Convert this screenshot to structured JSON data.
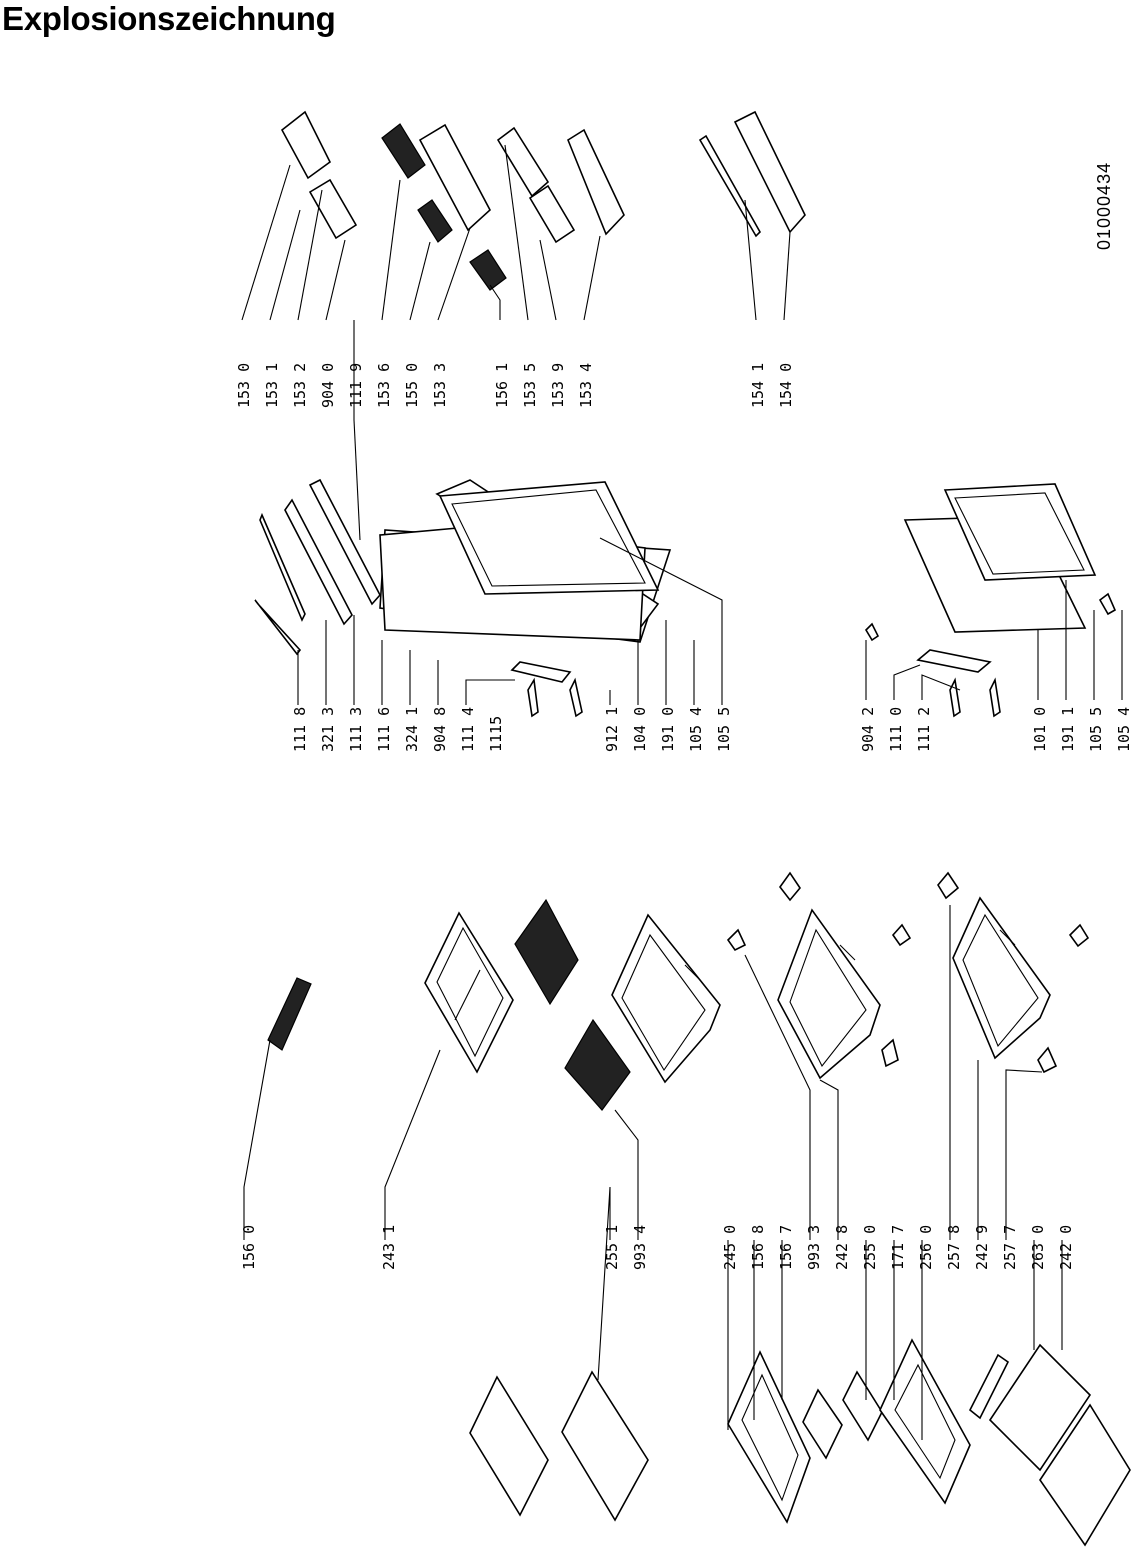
{
  "title": "Explosionszeichnung",
  "document_id": "01000434",
  "groups": {
    "left_upper": [
      "156 0",
      "243 1"
    ],
    "left_shelf": [
      "255 1",
      "993 4"
    ],
    "left_lower": [
      "245 0",
      "156 8",
      "156 7",
      "993 3",
      "242 8",
      "255 0",
      "171 7",
      "256 0",
      "257 8",
      "242 9",
      "257 7",
      "263 0",
      "242 0"
    ],
    "door_top": [
      "111 8",
      "321 3",
      "111 3",
      "111 6",
      "324 1",
      "904 8",
      "111 4",
      "1115"
    ],
    "door_bottom": [
      "912 1",
      "104 0",
      "191 0",
      "105 4",
      "105 5"
    ],
    "freezer_door": [
      "904 2",
      "111 0",
      "111 2",
      "101 0",
      "191 1",
      "105 5",
      "105 4"
    ],
    "racks_a": [
      "153 0",
      "153 1",
      "153 2",
      "904 0",
      "111 9",
      "153 6",
      "155 0",
      "153 3"
    ],
    "racks_b": [
      "156 1",
      "153 5",
      "153 9",
      "153 4"
    ],
    "racks_c": [
      "154 1",
      "154 0"
    ]
  }
}
